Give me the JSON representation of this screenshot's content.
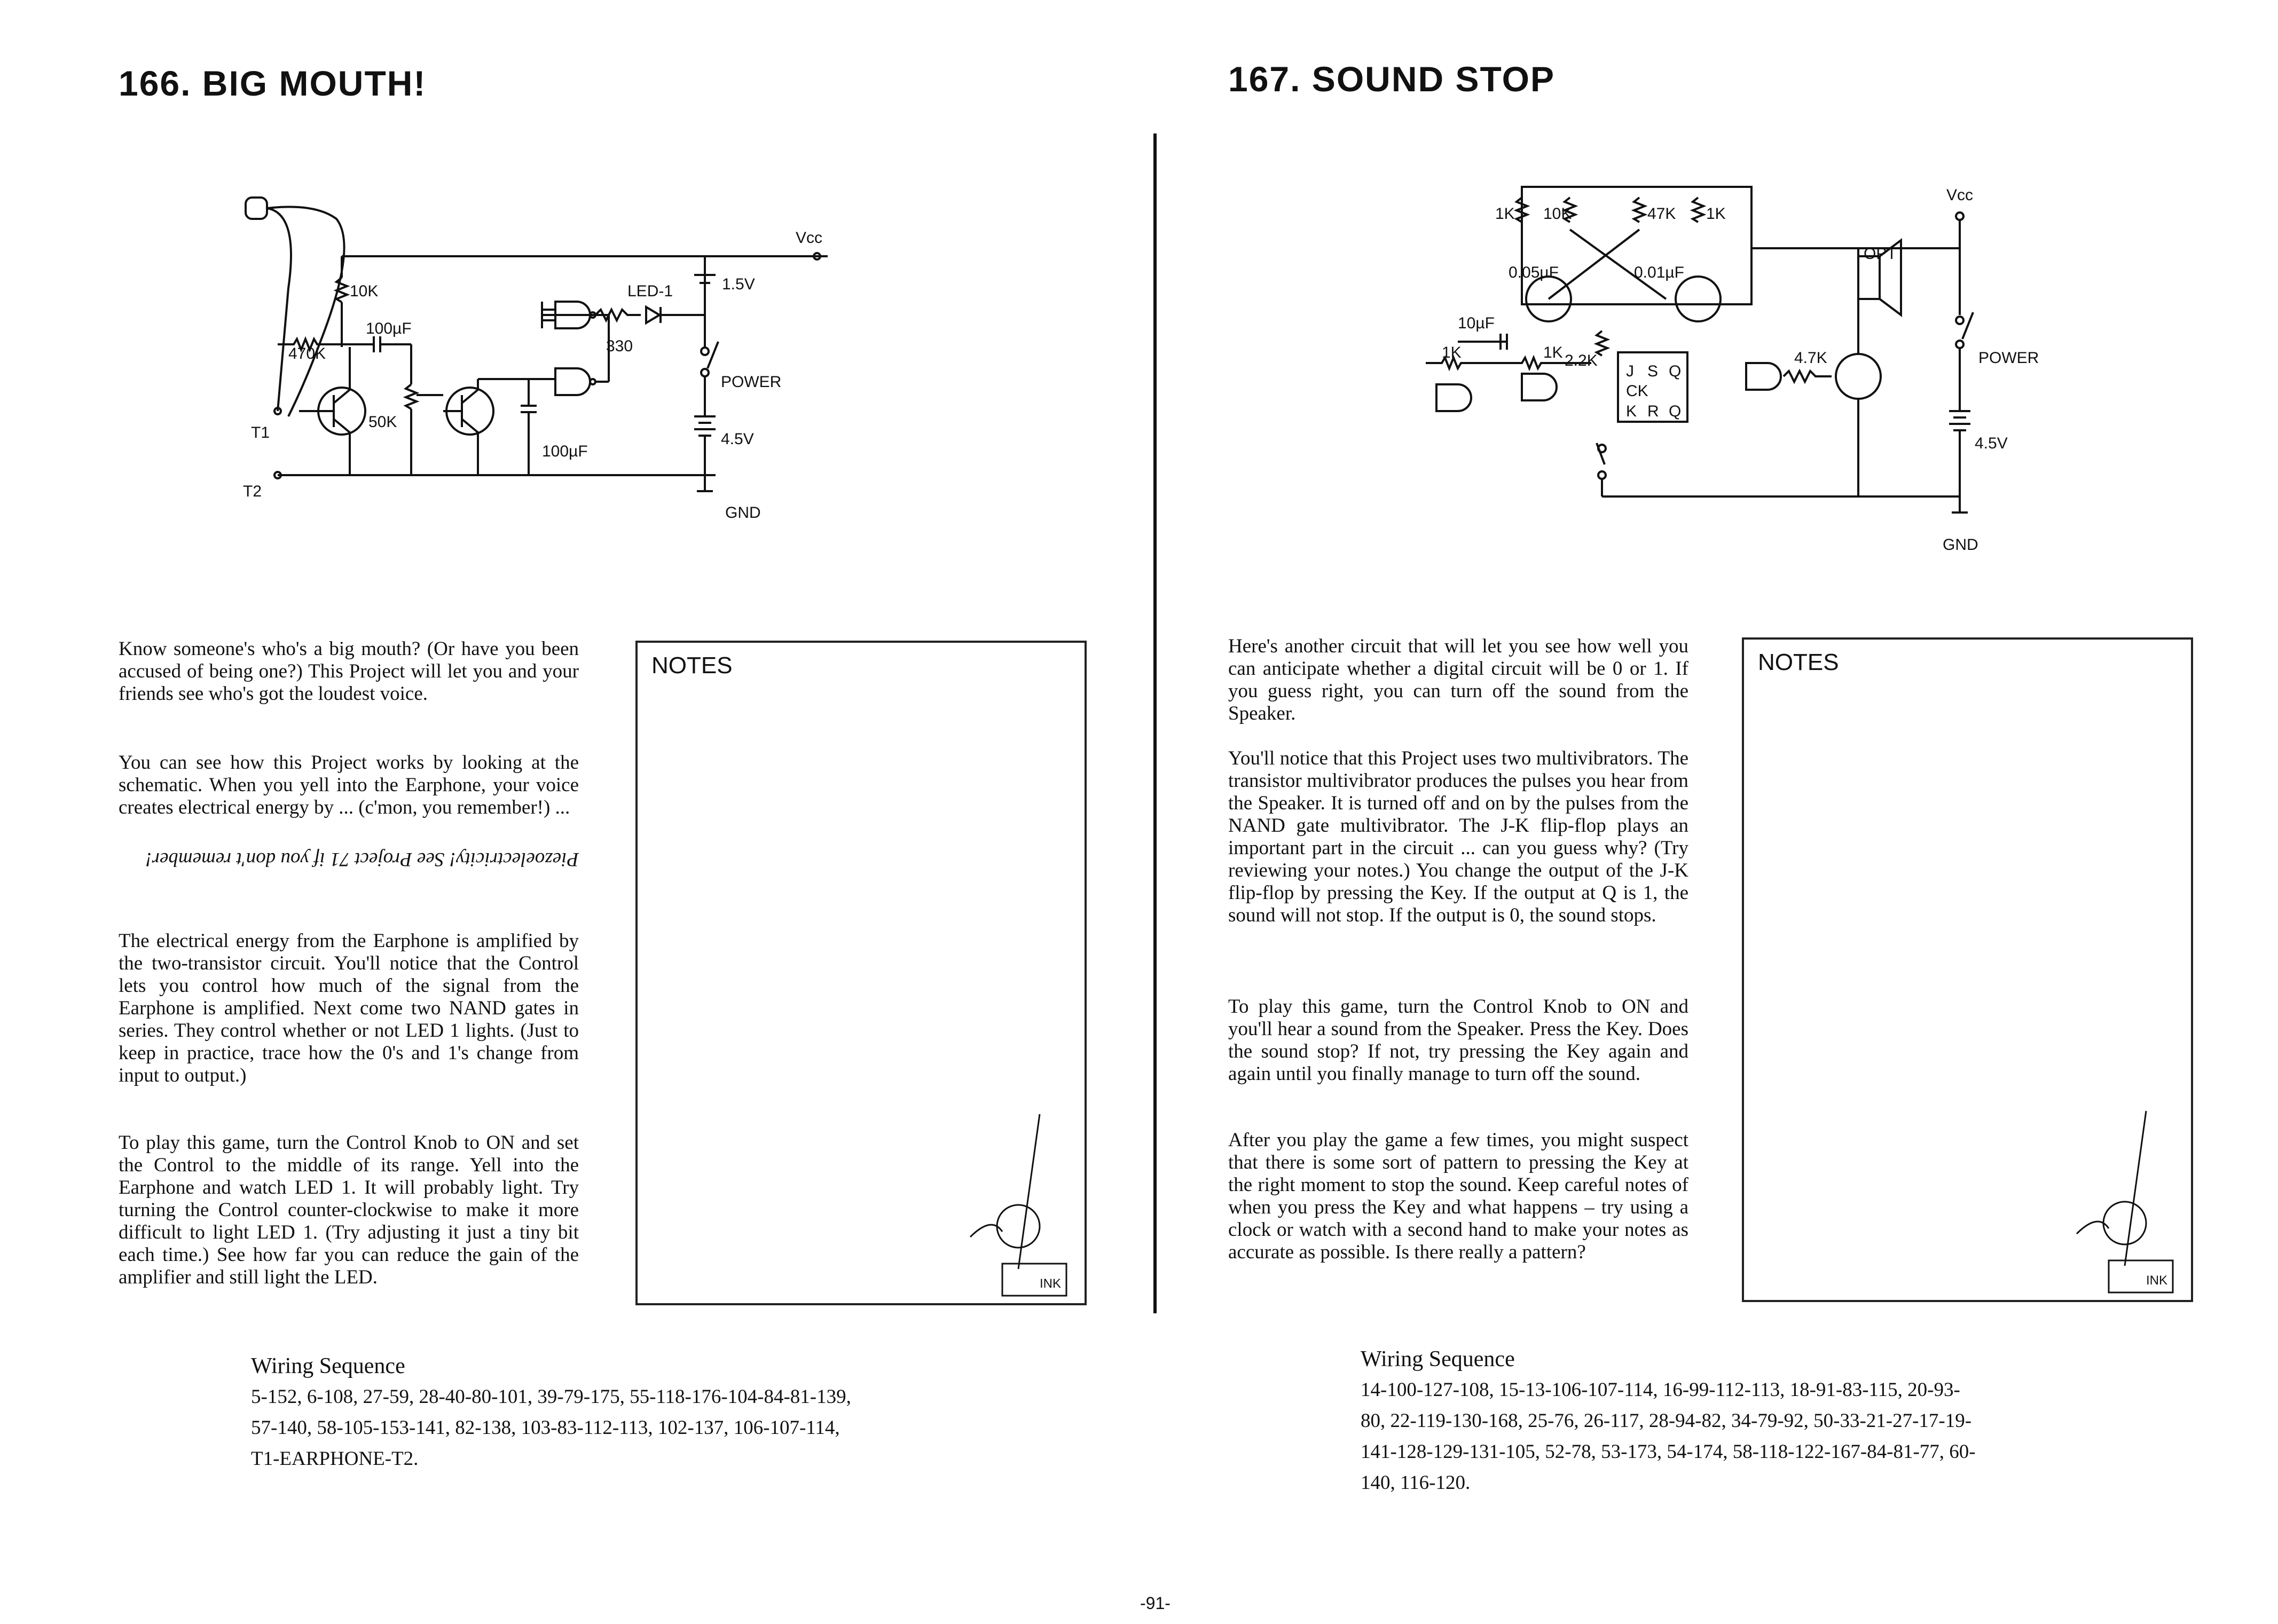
{
  "left": {
    "title": "166. BIG MOUTH!",
    "paragraphs": [
      "Know someone's who's a big mouth? (Or have you been accused of being one?) This Project will let you and your friends see who's got the loudest voice.",
      "You can see how this Project works by looking at the schematic. When you yell into the Earphone, your voice creates electrical energy by ... (c'mon, you remember!) ...",
      "Piezoelectricity! See Project 71 if you don't remember!",
      "The electrical energy from the Earphone is amplified by the two-transistor circuit. You'll notice that the Control lets you control how much of the signal from the Earphone is amplified. Next come two NAND gates in series. They control whether or not LED 1 lights. (Just to keep in practice, trace how the 0's and 1's change from input to output.)",
      "To play this game, turn the Control Knob to ON and set the Control to the middle of its range. Yell into the Earphone and watch LED 1. It will probably light. Try turning the Control counter-clockwise to make it more difficult to light LED 1. (Try adjusting it just a tiny bit each time.) See how far you can reduce the gain of the amplifier and still light the LED."
    ],
    "notes_label": "NOTES",
    "wiring_title": "Wiring Sequence",
    "wiring_lines": [
      "5-152, 6-108, 27-59, 28-40-80-101, 39-79-175, 55-118-176-104-84-81-139,",
      "57-140, 58-105-153-141, 82-138, 103-83-112-113, 102-137, 106-107-114,",
      "T1-EARPHONE-T2."
    ],
    "schematic": {
      "vcc": "Vcc",
      "battery_1": "1.5V",
      "battery_2": "4.5V",
      "power": "POWER",
      "gnd": "GND",
      "led": "LED-1",
      "r1": "10K",
      "r2": "470K",
      "r3": "50K",
      "r4": "330",
      "c1": "100µF",
      "c2": "100µF",
      "t1": "T1",
      "t2": "T2"
    }
  },
  "right": {
    "title": "167. SOUND STOP",
    "paragraphs": [
      "Here's another circuit that will let you see how well you can anticipate whether a digital circuit will be 0 or 1. If you guess right, you can turn off the sound from the Speaker.",
      "You'll notice that this Project uses two multivibrators. The transistor multivibrator produces the pulses you hear from the Speaker. It is turned off and on by the pulses from the NAND gate multivibrator. The J-K flip-flop plays an important part in the circuit ... can you guess why? (Try reviewing your notes.) You change the output of the J-K flip-flop by pressing the Key. If the output at Q is 1, the sound will not stop. If the output is 0, the sound stops.",
      "To play this game, turn the Control Knob to ON and you'll hear a sound from the Speaker. Press the Key. Does the sound stop? If not, try pressing the Key again and again until you finally manage to turn off the sound.",
      "After you play the game a few times, you might suspect that there is some sort of pattern to pressing the Key at the right moment to stop the sound. Keep careful notes of when you press the Key and what happens – try using a clock or watch with a second hand to make your notes as accurate as possible. Is there really a pattern?"
    ],
    "notes_label": "NOTES",
    "wiring_title": "Wiring Sequence",
    "wiring_lines": [
      "14-100-127-108, 15-13-106-107-114, 16-99-112-113, 18-91-83-115, 20-93-",
      "80, 22-119-130-168, 25-76, 26-117, 28-94-82, 34-79-92, 50-33-21-27-17-19-",
      "141-128-129-131-105, 52-78, 53-173, 54-174, 58-118-122-167-84-81-77, 60-",
      "140, 116-120."
    ],
    "schematic": {
      "vcc": "Vcc",
      "battery": "4.5V",
      "power": "POWER",
      "gnd": "GND",
      "opt": "OPT",
      "r1": "1K",
      "r2": "10K",
      "r3": "47K",
      "r4": "1K",
      "r5": "1K",
      "r6": "1K",
      "r7": "2.2K",
      "r8": "4.7K",
      "c1": "0.05µF",
      "c2": "0.01µF",
      "c3": "10µF",
      "ff_j": "J",
      "ff_s": "S",
      "ff_q": "Q",
      "ff_ck": "CK",
      "ff_k": "K",
      "ff_r": "R",
      "ff_qb": "Q"
    }
  },
  "footer": {
    "page_number": "-91-"
  }
}
